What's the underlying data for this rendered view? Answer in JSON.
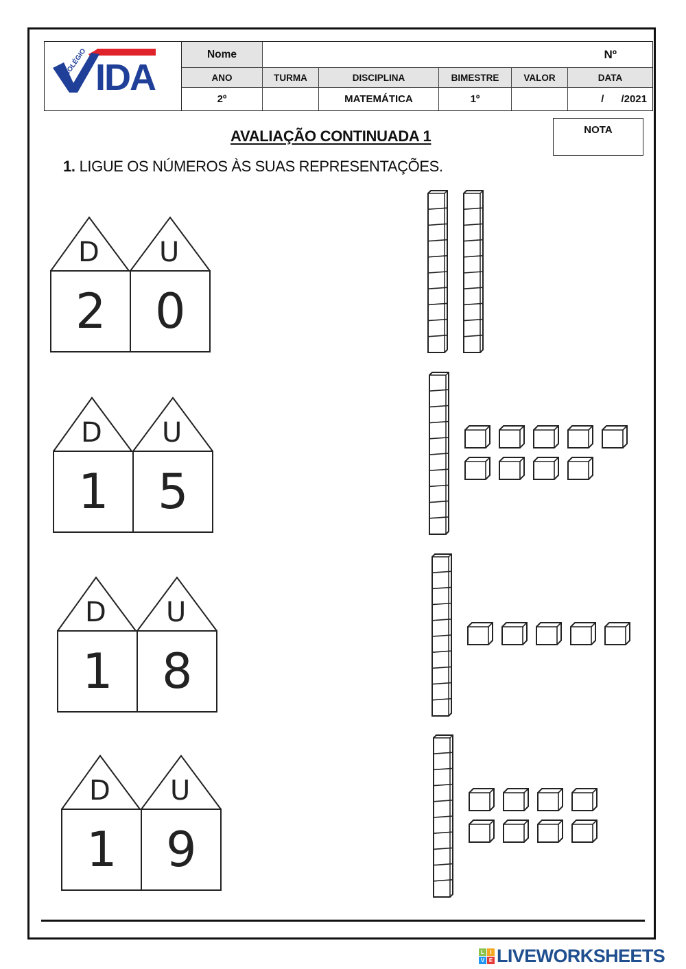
{
  "header": {
    "logo": {
      "small_text": "COLÉGIO",
      "main_text": "VIDA",
      "colors": {
        "blue": "#1f3f98",
        "red": "#e0232a"
      }
    },
    "nome_label": "Nome",
    "nome_value": "",
    "numero_label": "Nº",
    "columns": [
      "ANO",
      "TURMA",
      "DISCIPLINA",
      "BIMESTRE",
      "VALOR",
      "DATA"
    ],
    "values": {
      "ano": "2º",
      "turma": "",
      "disciplina": "MATEMÁTICA",
      "bimestre": "1º",
      "valor": "",
      "data": "/      /2021"
    }
  },
  "title": "AVALIAÇÃO CONTINUADA 1",
  "nota_label": "NOTA",
  "question": {
    "number": "1.",
    "text": "LIGUE OS NÚMEROS ÀS SUAS REPRESENTAÇÕES."
  },
  "houses": [
    {
      "d_label": "D",
      "u_label": "U",
      "tens": "2",
      "units": "0"
    },
    {
      "d_label": "D",
      "u_label": "U",
      "tens": "1",
      "units": "5"
    },
    {
      "d_label": "D",
      "u_label": "U",
      "tens": "1",
      "units": "8"
    },
    {
      "d_label": "D",
      "u_label": "U",
      "tens": "1",
      "units": "9"
    }
  ],
  "representations": [
    {
      "ten_rods": 2,
      "unit_cubes": 0,
      "rows": []
    },
    {
      "ten_rods": 1,
      "unit_cubes": 9,
      "rows": [
        5,
        4
      ]
    },
    {
      "ten_rods": 1,
      "unit_cubes": 5,
      "rows": [
        5
      ]
    },
    {
      "ten_rods": 1,
      "unit_cubes": 8,
      "rows": [
        4,
        4
      ]
    }
  ],
  "footer": {
    "brand_tiles": [
      "L",
      "I",
      "V",
      "E"
    ],
    "brand_tile_colors": [
      "#8bc34a",
      "#f5a623",
      "#2196f3",
      "#e53935"
    ],
    "brand_text": "LIVEWORKSHEETS",
    "brand_color": "#1f4f8f"
  }
}
